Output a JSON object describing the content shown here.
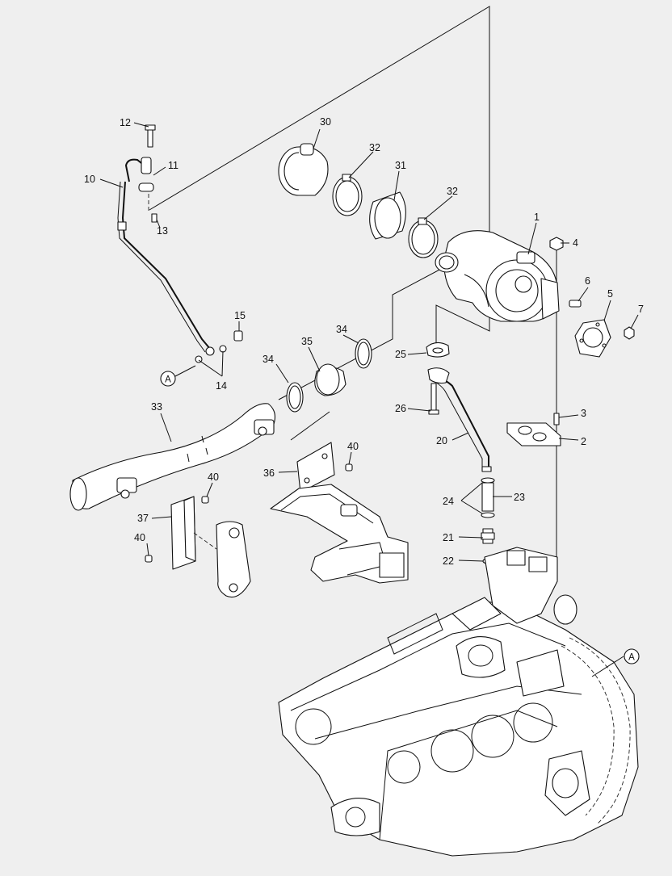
{
  "diagram": {
    "callouts": [
      {
        "id": "c1",
        "label": "1"
      },
      {
        "id": "c2",
        "label": "2"
      },
      {
        "id": "c3",
        "label": "3"
      },
      {
        "id": "c4",
        "label": "4"
      },
      {
        "id": "c5",
        "label": "5"
      },
      {
        "id": "c6",
        "label": "6"
      },
      {
        "id": "c7",
        "label": "7"
      },
      {
        "id": "c10",
        "label": "10"
      },
      {
        "id": "c11",
        "label": "11"
      },
      {
        "id": "c12",
        "label": "12"
      },
      {
        "id": "c13",
        "label": "13"
      },
      {
        "id": "c14",
        "label": "14"
      },
      {
        "id": "c15",
        "label": "15"
      },
      {
        "id": "c20",
        "label": "20"
      },
      {
        "id": "c21",
        "label": "21"
      },
      {
        "id": "c22",
        "label": "22"
      },
      {
        "id": "c23",
        "label": "23"
      },
      {
        "id": "c24",
        "label": "24"
      },
      {
        "id": "c25",
        "label": "25"
      },
      {
        "id": "c26",
        "label": "26"
      },
      {
        "id": "c30",
        "label": "30"
      },
      {
        "id": "c31",
        "label": "31"
      },
      {
        "id": "c32a",
        "label": "32"
      },
      {
        "id": "c32b",
        "label": "32"
      },
      {
        "id": "c33",
        "label": "33"
      },
      {
        "id": "c34a",
        "label": "34"
      },
      {
        "id": "c34b",
        "label": "34"
      },
      {
        "id": "c35",
        "label": "35"
      },
      {
        "id": "c36",
        "label": "36"
      },
      {
        "id": "c37",
        "label": "37"
      },
      {
        "id": "c40a",
        "label": "40"
      },
      {
        "id": "c40b",
        "label": "40"
      },
      {
        "id": "c40c",
        "label": "40"
      }
    ],
    "reference_markers": [
      {
        "id": "refA1",
        "label": "A"
      },
      {
        "id": "refA2",
        "label": "A"
      }
    ]
  }
}
